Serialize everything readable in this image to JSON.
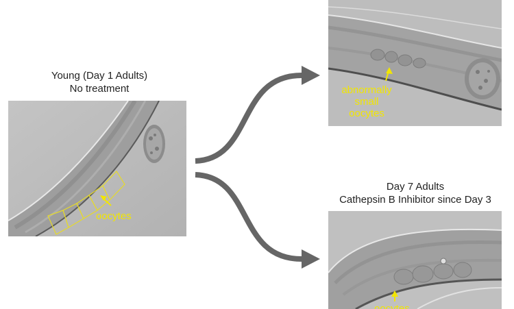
{
  "colors": {
    "annotation": "#f2e600",
    "arrow": "#666666",
    "caption_text": "#222222"
  },
  "panels": {
    "young": {
      "caption_line1": "Young (Day 1 Adults)",
      "caption_line2": "No treatment",
      "label": "oocytes"
    },
    "untreated_aged": {
      "label_line1": "abnormally",
      "label_line2": "small",
      "label_line3": "oocytes"
    },
    "treated_aged": {
      "caption_line1": "Day 7 Adults",
      "caption_line2": "Cathepsin B Inhibitor since Day 3",
      "label": "oocytes"
    }
  }
}
